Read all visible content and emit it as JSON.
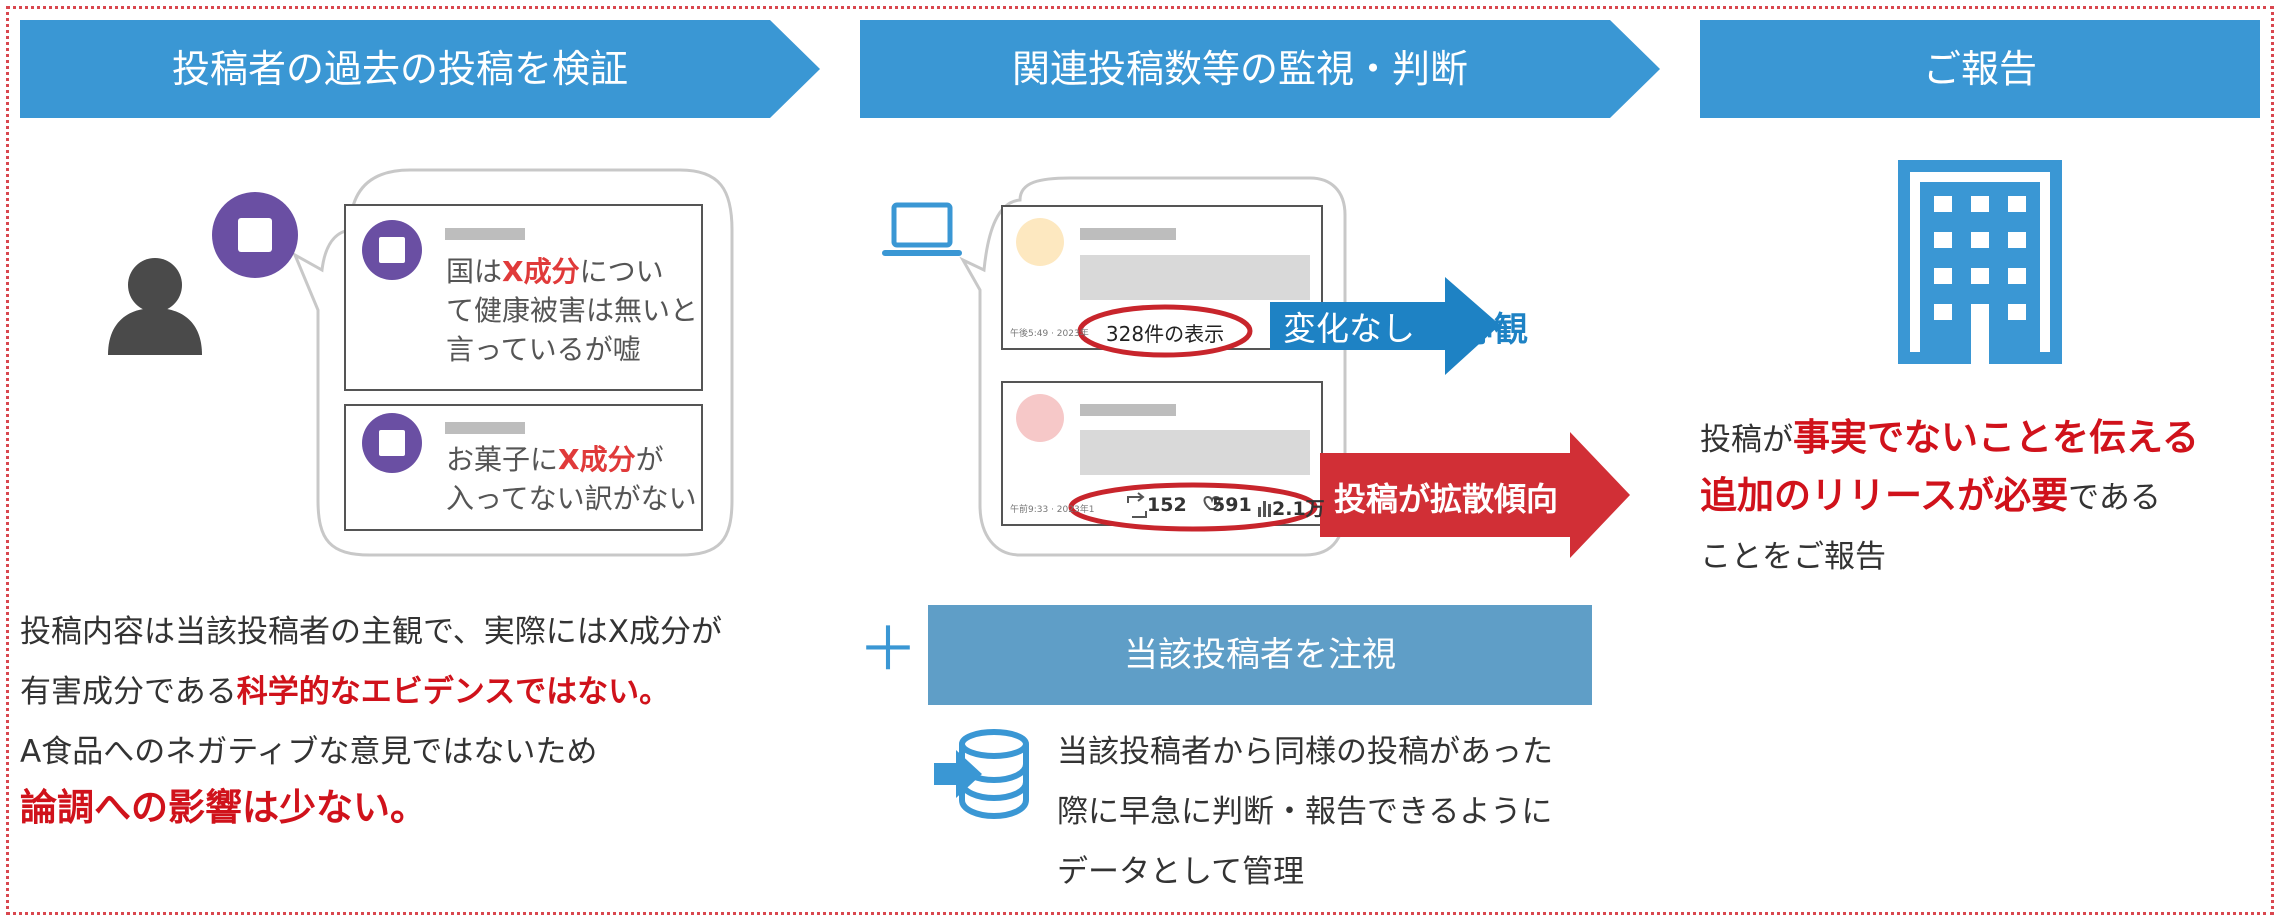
{
  "colors": {
    "banner_blue": "#3a97d4",
    "sub_banner_blue": "#5f9ec7",
    "red_accent": "#d0121b",
    "frame_border": "#d9474f",
    "purple_avatar": "#6a4fa3"
  },
  "step1": {
    "title": "投稿者の過去の投稿を検証",
    "post1": {
      "pre": "国は",
      "key": "X成分",
      "post": "につい",
      "line2": "て健康被害は無いと",
      "line3": "言っているが嘘"
    },
    "post2": {
      "pre": "お菓子に",
      "key": "X成分",
      "post": "が",
      "line2": "入ってない訳がない"
    },
    "text": {
      "line1": "投稿内容は当該投稿者の主観で、実際にはX成分が",
      "line2_normal": "有害成分である",
      "line2_red": "科学的なエビデンスではない。",
      "line3": "A食品へのネガティブな意見ではないため",
      "line4": "論調への影響は少ない。"
    }
  },
  "step2": {
    "title": "関連投稿数等の監視・判断",
    "views": "328件の表示",
    "meta1": "午後5:49 · 2023年",
    "meta2": "午前9:33 · 2023年1",
    "stats": {
      "retweets": "152",
      "likes": "591",
      "views": "2.1万"
    },
    "arrow1_label": "変化なし",
    "arrow1_result": "静観",
    "arrow2_label": "投稿が拡散傾向",
    "plus": "＋",
    "watch_title": "当該投稿者を注視",
    "watch_text": {
      "line1": "当該投稿者から同様の投稿があった",
      "line2": "際に早急に判断・報告できるように",
      "line3": "データとして管理"
    }
  },
  "step3": {
    "title": "ご報告",
    "text": {
      "l1_normal": "投稿が",
      "l1_red": "事実でないことを伝える",
      "l2_red": "追加のリリースが必要",
      "l2_normal": "である",
      "l3": "ことをご報告"
    }
  }
}
